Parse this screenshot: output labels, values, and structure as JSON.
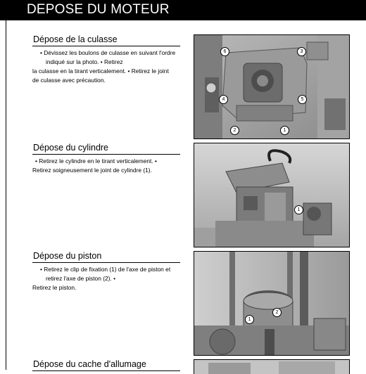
{
  "header": {
    "title": "DEPOSE DU MOTEUR"
  },
  "sections": [
    {
      "title": "Dépose de la culasse",
      "lines": [
        "• Dévissez les boulons de culasse en suivant l'ordre",
        "indiqué sur la photo. • Retirez",
        "la culasse en la tirant verticalement. • Retirez le joint",
        "de culasse avec précaution."
      ],
      "callouts": [
        "6",
        "3",
        "4",
        "5",
        "2",
        "1"
      ]
    },
    {
      "title": "Dépose du cylindre",
      "lines": [
        "• Retirez le cylindre en le tirant verticalement. •",
        "Retirez soigneusement le joint de cylindre (1)."
      ],
      "callouts": [
        "1"
      ]
    },
    {
      "title": "Dépose du piston",
      "lines": [
        "• Retirez le clip de fixation (1) de l'axe de piston et",
        "retirez l'axe de piston (2). •",
        "Retirez le piston."
      ],
      "callouts": [
        "1",
        "2"
      ]
    },
    {
      "title": "Dépose du cache d'allumage",
      "lines": [],
      "callouts": []
    }
  ]
}
